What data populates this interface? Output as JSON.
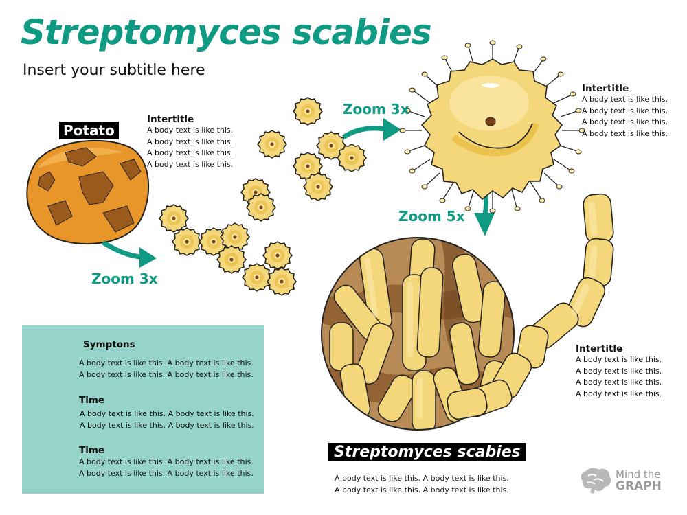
{
  "title": "Streptomyces scabies",
  "subtitle": "Insert your subtitle here",
  "potato_label": "Potato",
  "bacteria_label": "Streptomyces scabies",
  "zoom_labels": {
    "potato_to_cells": "Zoom 3x",
    "cells_to_single": "Zoom 3x",
    "single_to_filament": "Zoom 5x"
  },
  "text_blocks": {
    "top_left": {
      "intertitle": "Intertitle",
      "lines": [
        "A body text is like this.",
        "A body text is like this.",
        "A body text is like this.",
        "A body text is like this."
      ]
    },
    "top_right": {
      "intertitle": "Intertitle",
      "lines": [
        "A body text is like this.",
        "A body text is like this.",
        "A body text is like this.",
        "A body text is like this."
      ]
    },
    "mid_right": {
      "intertitle": "Intertitle",
      "lines": [
        "A body text is like this.",
        "A body text is like this.",
        "A body text is like this.",
        "A body text is like this."
      ]
    },
    "bottom_center": {
      "lines": [
        "A body text is like this. A body text is like this.",
        "A body text is like this. A body text is like this."
      ]
    }
  },
  "panel": {
    "items": [
      {
        "heading": "Symptons",
        "icon": "person-icon",
        "lines": [
          "A body text is like this. A body text is like this.",
          "A body text is like this. A body text is like this."
        ]
      },
      {
        "heading": "Time",
        "icon": "pill-icon",
        "lines": [
          "A body text is like this. A body text is like this.",
          "A body text is like this. A body text is like this."
        ]
      },
      {
        "heading": "Time",
        "icon": "clock-icon",
        "lines": [
          "A body text is like this. A body text is like this.",
          "A body text is like this. A body text is like this."
        ]
      }
    ]
  },
  "logo": {
    "line1": "Mind the",
    "line2": "GRAPH"
  },
  "colors": {
    "accent": "#0f9a83",
    "panel": "#96d4ca",
    "cell_fill": "#f3d77a",
    "potato_skin": "#e8962a",
    "potato_spot": "#9a5a1c",
    "tissue_brown": "#9c6b3c"
  }
}
